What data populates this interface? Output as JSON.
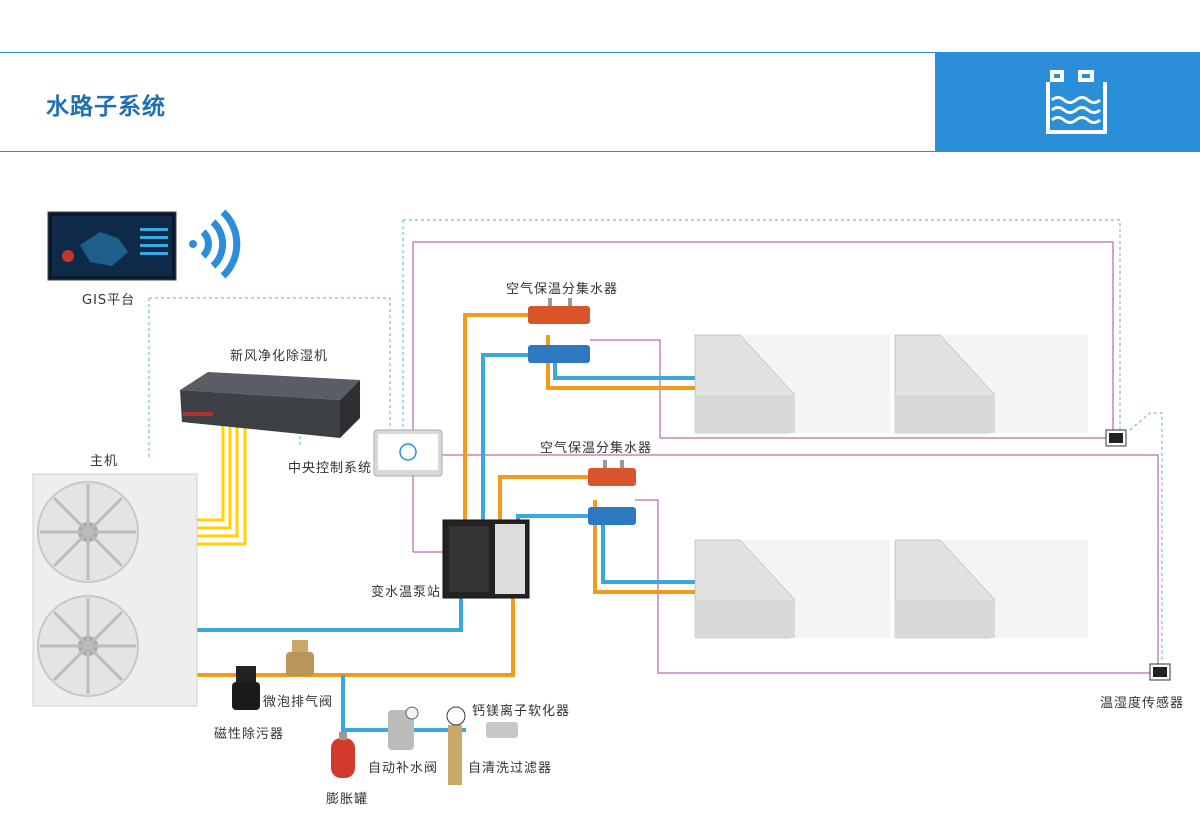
{
  "header": {
    "title": "水路子系统",
    "icon": "water-tank-icon"
  },
  "labels": {
    "gis": "GIS平台",
    "fresh_air": "新风净化除湿机",
    "host": "主机",
    "central_control": "中央控制系统",
    "manifold_top": "空气保温分集水器",
    "manifold_mid": "空气保温分集水器",
    "pump_station": "变水温泵站",
    "micro_vent": "微泡排气阀",
    "magnetic_filter": "磁性除污器",
    "softener": "钙镁离子软化器",
    "auto_fill": "自动补水阀",
    "self_clean": "自清洗过滤器",
    "expansion_tank": "膨胀罐",
    "sensor": "温湿度传感器"
  },
  "colors": {
    "hot": "#f39a1d",
    "cold": "#3aa7e0",
    "signal": "#ffd200",
    "control": "#a9479f",
    "dashed": "#5aaee0",
    "accent": "#2a8fd8"
  }
}
